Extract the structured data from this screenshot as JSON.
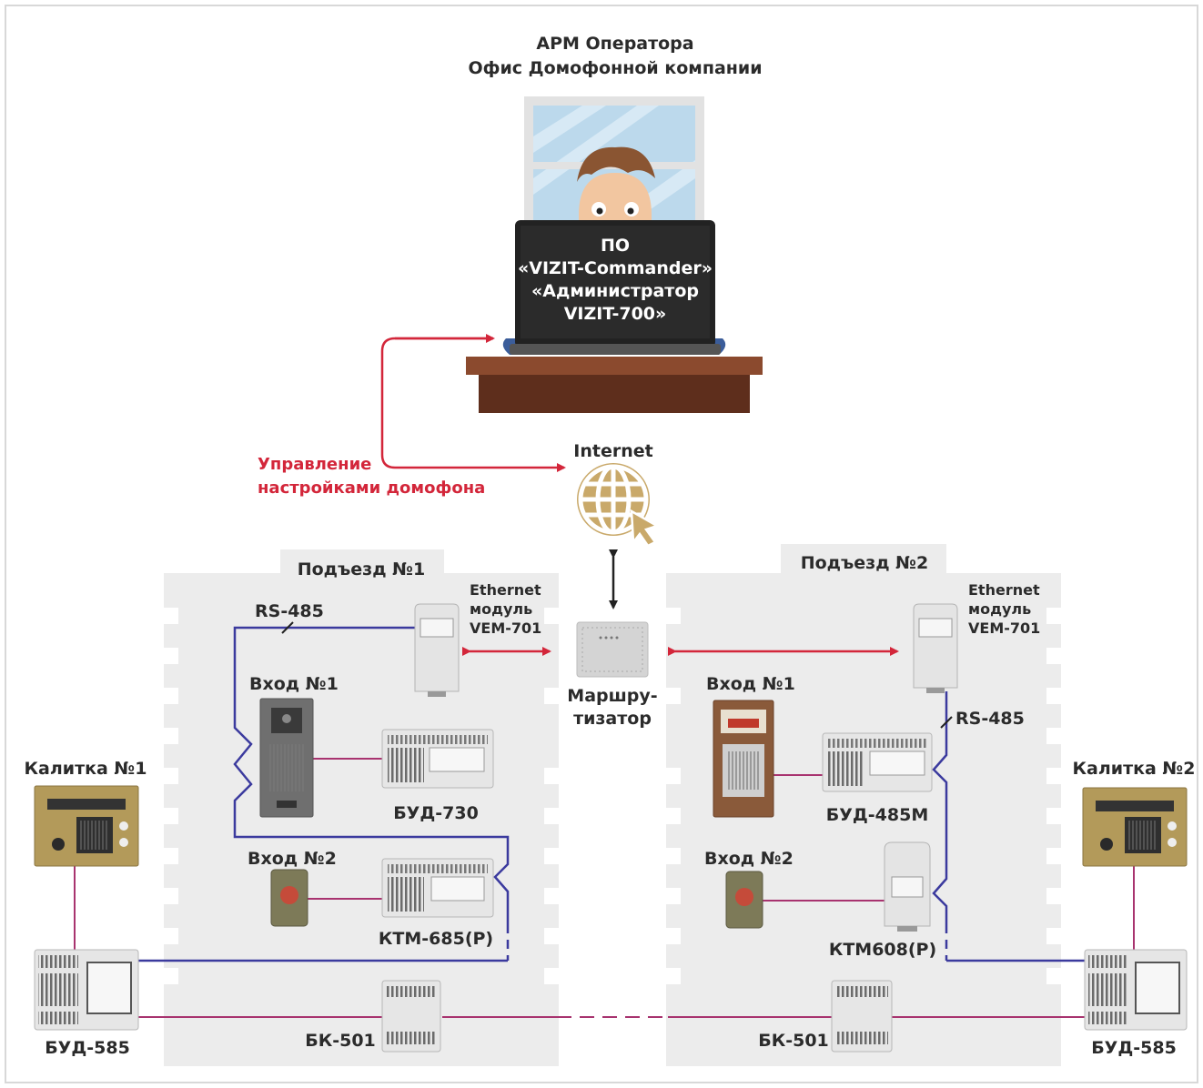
{
  "header": {
    "line1": "АРМ Оператора",
    "line2": "Офис Домофонной компании"
  },
  "laptop": {
    "line1": "ПО",
    "line2": "«VIZIT-Commander»",
    "line3": "«Администратор",
    "line4": "VIZIT-700»"
  },
  "control_label": {
    "line1": "Управление",
    "line2": "настройками домофона"
  },
  "internet_label": "Internet",
  "router_label": {
    "line1": "Маршру-",
    "line2": "тизатор"
  },
  "entrance1": {
    "title": "Подъезд №1",
    "ethernet": {
      "line1": "Ethernet",
      "line2": "модуль",
      "line3": "VEM-701"
    },
    "rs485": "RS-485",
    "entry1": "Вход №1",
    "bud": "БУД-730",
    "entry2": "Вход №2",
    "ktm": "КТМ-685(Р)",
    "bk": "БК-501"
  },
  "entrance2": {
    "title": "Подъезд №2",
    "ethernet": {
      "line1": "Ethernet",
      "line2": "модуль",
      "line3": "VEM-701"
    },
    "rs485": "RS-485",
    "entry1": "Вход №1",
    "bud": "БУД-485М",
    "entry2": "Вход №2",
    "ktm": "КТМ608(Р)",
    "bk": "БК-501"
  },
  "gate1": {
    "title": "Калитка №1",
    "bud": "БУД-585"
  },
  "gate2": {
    "title": "Калитка №2",
    "bud": "БУД-585"
  },
  "colors": {
    "wire_blue": "#3b3a9e",
    "wire_magenta": "#a8336f",
    "arrow_red": "#d3263a",
    "zone_bg": "#ececec",
    "gold_panel": "#b39a5a",
    "globe_gold": "#c9a96a"
  }
}
